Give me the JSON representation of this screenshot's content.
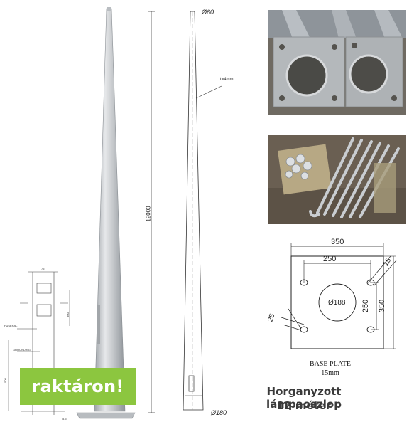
{
  "badge": {
    "text": "raktáron!"
  },
  "caption": {
    "line1": "Horganyzott lámpaoszlop",
    "line2": "12 méter"
  },
  "drawing": {
    "top_diameter": "Ø60",
    "bottom_diameter": "Ø180",
    "thickness": "t=4mm",
    "height": "12000"
  },
  "base_plate": {
    "width_outer": "350",
    "width_inner": "250",
    "height_inner": "250",
    "height_outer": "350",
    "hole_diameter": "Ø188",
    "slot_top": "15",
    "slot_bottom": "25",
    "label": "BASE PLATE",
    "thickness": "15mm"
  },
  "detail": {
    "top_dim": "75",
    "fuseral": "FUSERAL",
    "grounding": "GROUNDING",
    "side_dim": "300",
    "bottom_left_dim": "500",
    "bottom_right_dim": "5.5"
  },
  "colors": {
    "badge": "#8cc63f",
    "pole": "#c9ccd0",
    "caption": "#3a3a3a"
  }
}
